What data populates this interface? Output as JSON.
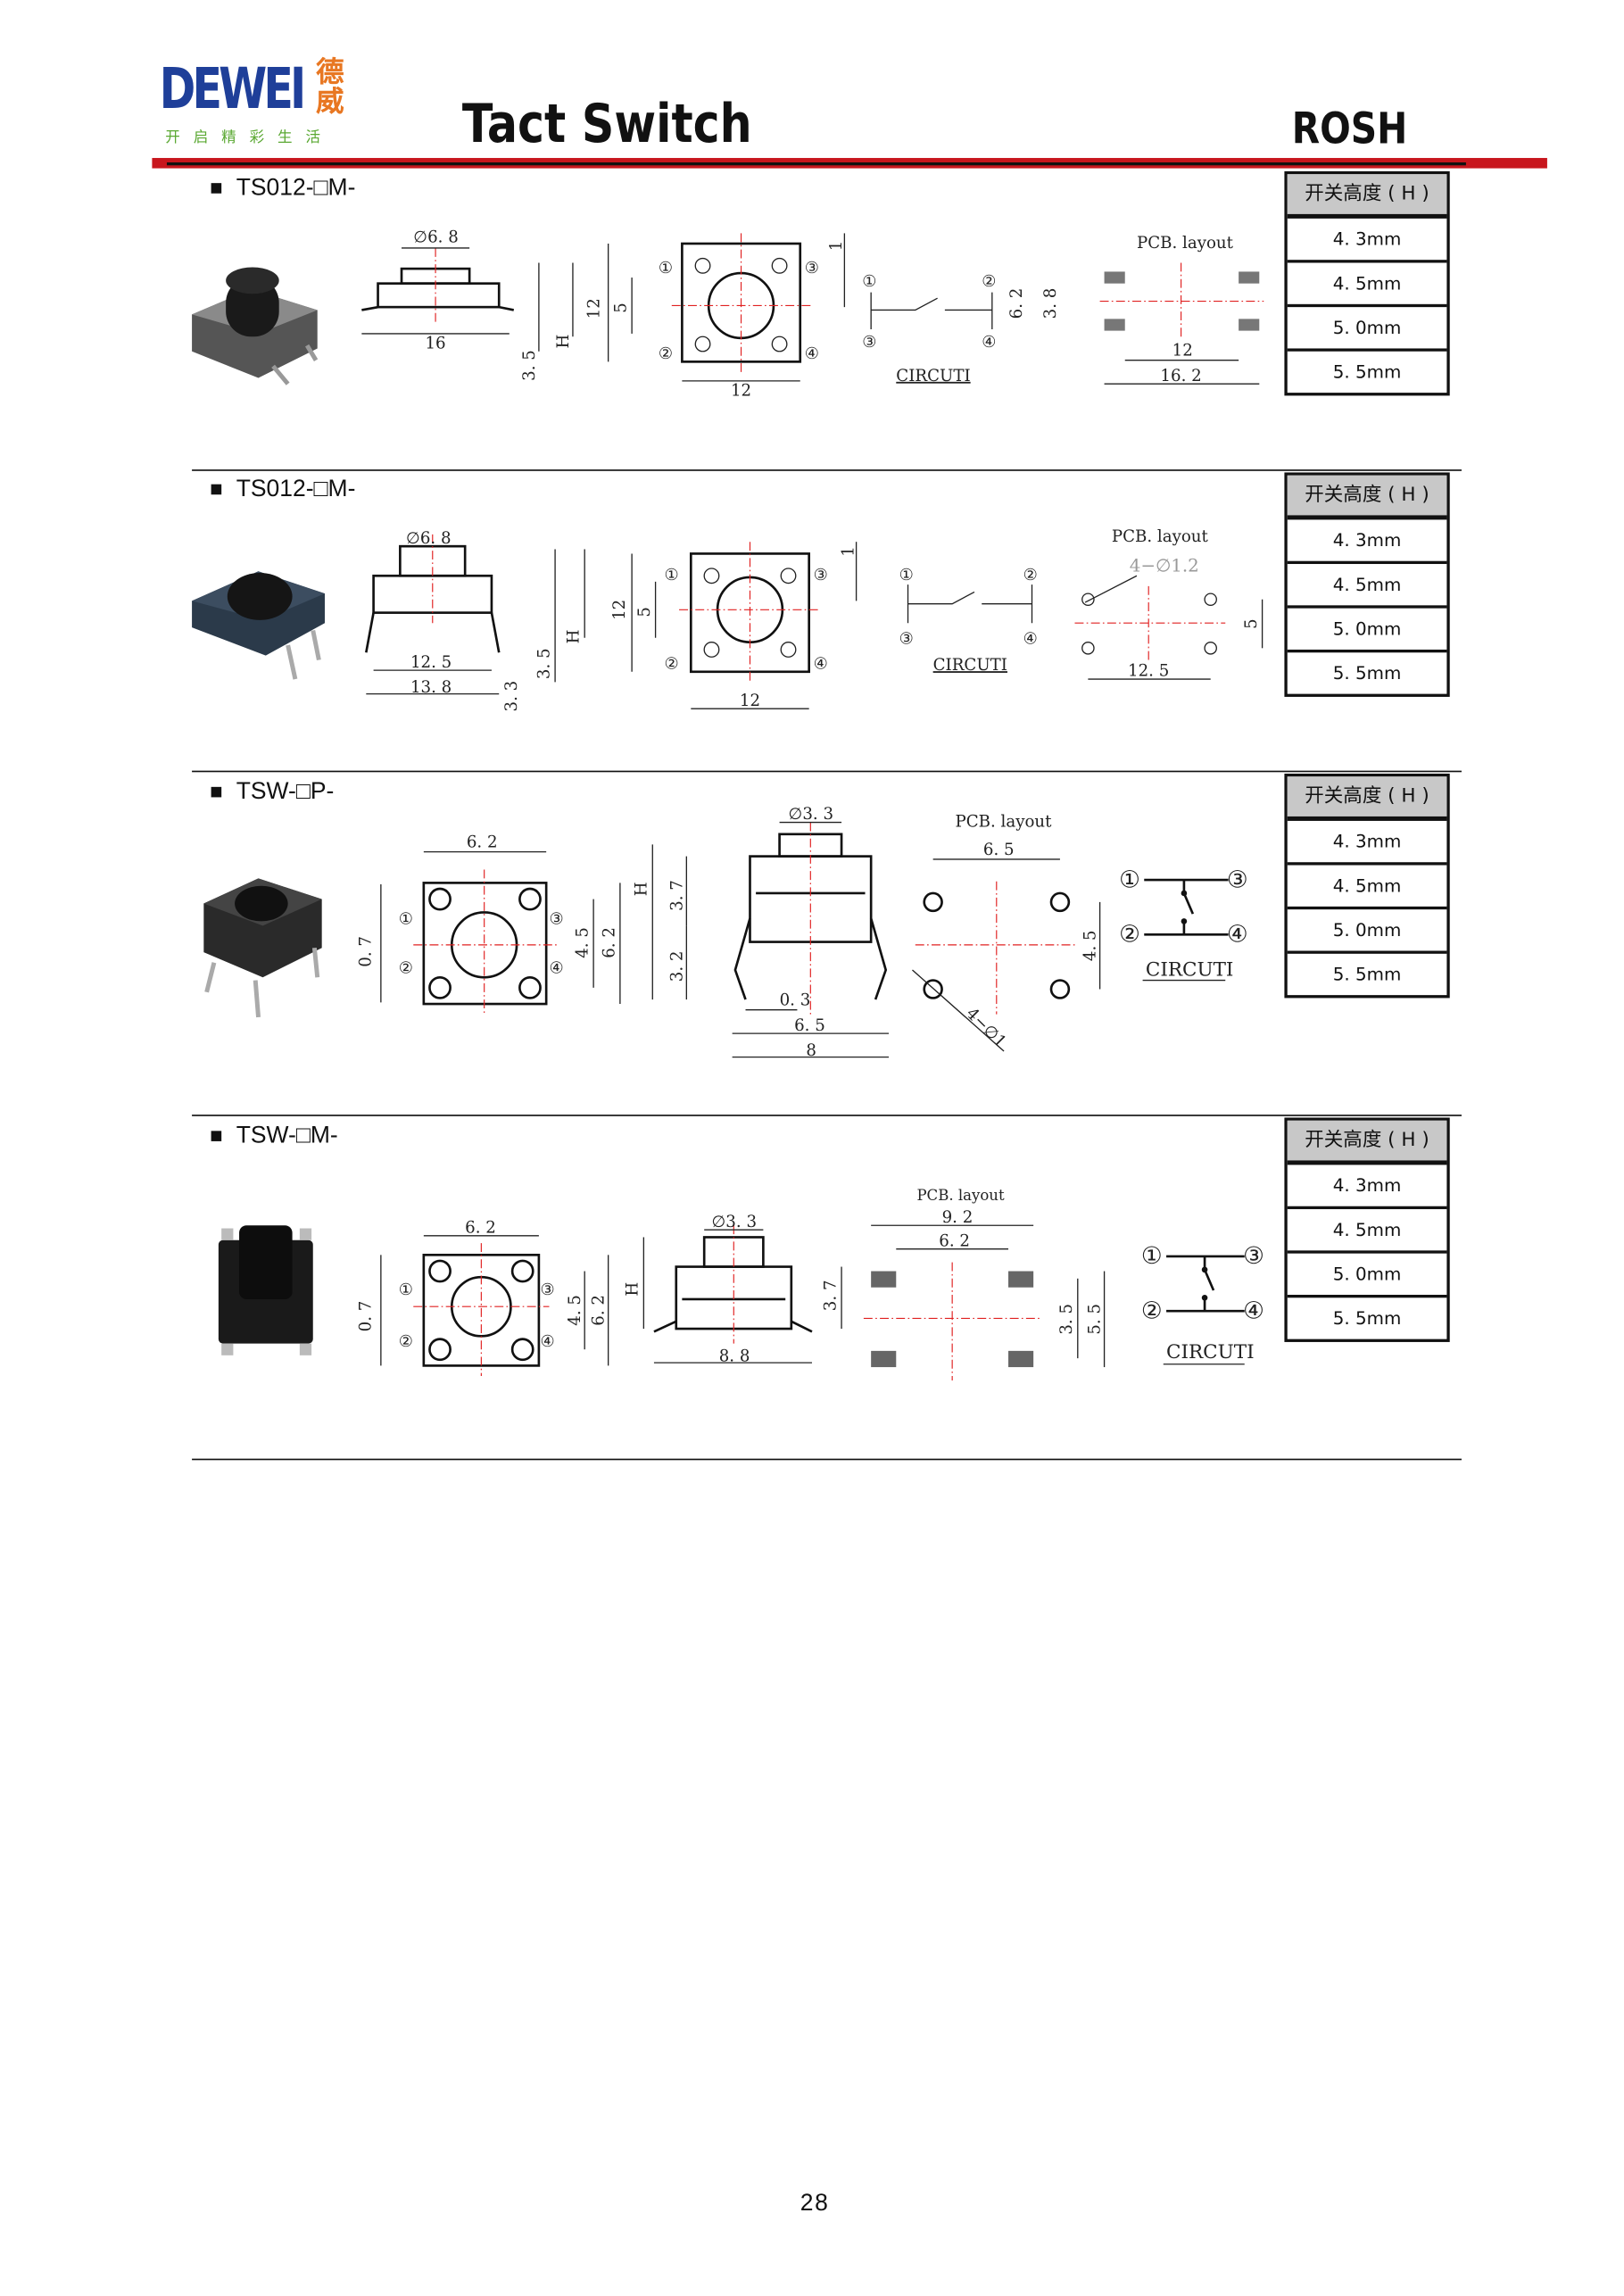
{
  "header": {
    "logo_text": "DEWEI",
    "logo_cn": "德威",
    "logo_tagline": "开启精彩生活",
    "title": "Tact Switch",
    "brand": "ROSH"
  },
  "colors": {
    "accent_red": "#c8161d",
    "logo_blue": "#1f3f99",
    "logo_orange": "#e87722",
    "logo_green": "#5aa832",
    "table_header": "#c8c8c8"
  },
  "height_table": {
    "header": "开关高度 ( H )",
    "values": [
      "4. 3mm",
      "4. 5mm",
      "5. 0mm",
      "5. 5mm"
    ]
  },
  "sections": [
    {
      "title": "TS012-□M-",
      "labels": [
        "∅6. 8",
        "16",
        "3. 5",
        "H",
        "12",
        "5",
        "12",
        "1",
        "①",
        "②",
        "③",
        "④",
        "①",
        "②",
        "③",
        "④",
        "CIRCUTI",
        "6. 2",
        "3. 8",
        "PCB. layout",
        "12",
        "16. 2"
      ]
    },
    {
      "title": "TS012-□M-",
      "labels": [
        "∅6. 8",
        "12. 5",
        "13. 8",
        "3. 3",
        "3. 5",
        "H",
        "12",
        "5",
        "12",
        "1",
        "①",
        "②",
        "③",
        "④",
        "①",
        "②",
        "③",
        "④",
        "CIRCUTI",
        "PCB. layout",
        "4−∅1.2",
        "12. 5",
        "5"
      ]
    },
    {
      "title": "TSW-□P-",
      "labels": [
        "6. 2",
        "0. 7",
        "4. 5",
        "6. 2",
        "①",
        "②",
        "③",
        "④",
        "∅3. 3",
        "H",
        "3. 7",
        "3. 2",
        "0. 3",
        "6. 5",
        "8",
        "PCB. layout",
        "6. 5",
        "4. 5",
        "4−∅1",
        "①",
        "②",
        "③",
        "④",
        "CIRCUTI"
      ]
    },
    {
      "title": "TSW-□M-",
      "labels": [
        "6. 2",
        "0. 7",
        "4. 5",
        "6. 2",
        "①",
        "②",
        "③",
        "④",
        "∅3. 3",
        "H",
        "3. 7",
        "8. 8",
        "PCB. layout",
        "9. 2",
        "6. 2",
        "3. 5",
        "5. 5",
        "①",
        "②",
        "③",
        "④",
        "CIRCUTI"
      ]
    }
  ],
  "page_number": "28"
}
